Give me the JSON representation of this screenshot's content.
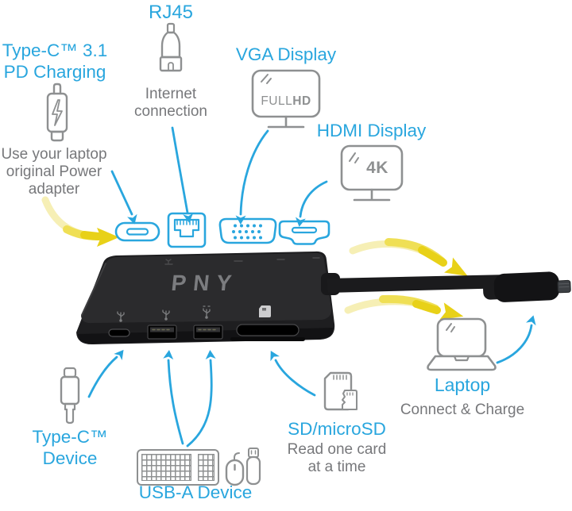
{
  "palette": {
    "background": "#FFFFFF",
    "accent_cyan": "#29A6DE",
    "icon_gray": "#8E9091",
    "text_gray": "#77787B",
    "arrow_gold": "#E8D118",
    "arrow_gold_mid": "#EFDF55",
    "arrow_gold_pale": "#F6EFB5",
    "device_black": "#1E1E20"
  },
  "device": {
    "brand": "PNY"
  },
  "callouts": {
    "pd_charging": {
      "title": "Type-C™ 3.1 PD Charging",
      "note": "Use your laptop original Power adapter"
    },
    "rj45": {
      "title": "RJ45",
      "note": "Internet connection"
    },
    "vga": {
      "title": "VGA Display",
      "badge_regular": "FULL",
      "badge_bold": "HD"
    },
    "hdmi": {
      "title": "HDMI Display",
      "badge": "4K"
    },
    "typec_device": {
      "title": "Type-C™ Device"
    },
    "usba_device": {
      "title": "USB-A Device"
    },
    "sd": {
      "title": "SD/microSD",
      "note": "Read one card at a time"
    },
    "laptop": {
      "title": "Laptop",
      "note": "Connect & Charge"
    }
  },
  "icons": {
    "usb_c_pd_cable": "usb-c connector with lightning bolt",
    "rj45_plug": "ethernet cable plug",
    "vga_monitor": "monitor marked FULL HD",
    "hdmi_monitor": "monitor marked 4K",
    "usb_c_port": "usb-c port outline",
    "rj45_port": "ethernet port outline",
    "vga_port": "vga port with 15 pins",
    "hdmi_port": "hdmi port outline",
    "usb_c_cable": "usb-c cable connector",
    "keyboard": "keyboard",
    "mouse": "mouse",
    "usb_flash_drive": "usb flash drive",
    "sd_card": "sd card with microsd card",
    "laptop": "open laptop"
  }
}
